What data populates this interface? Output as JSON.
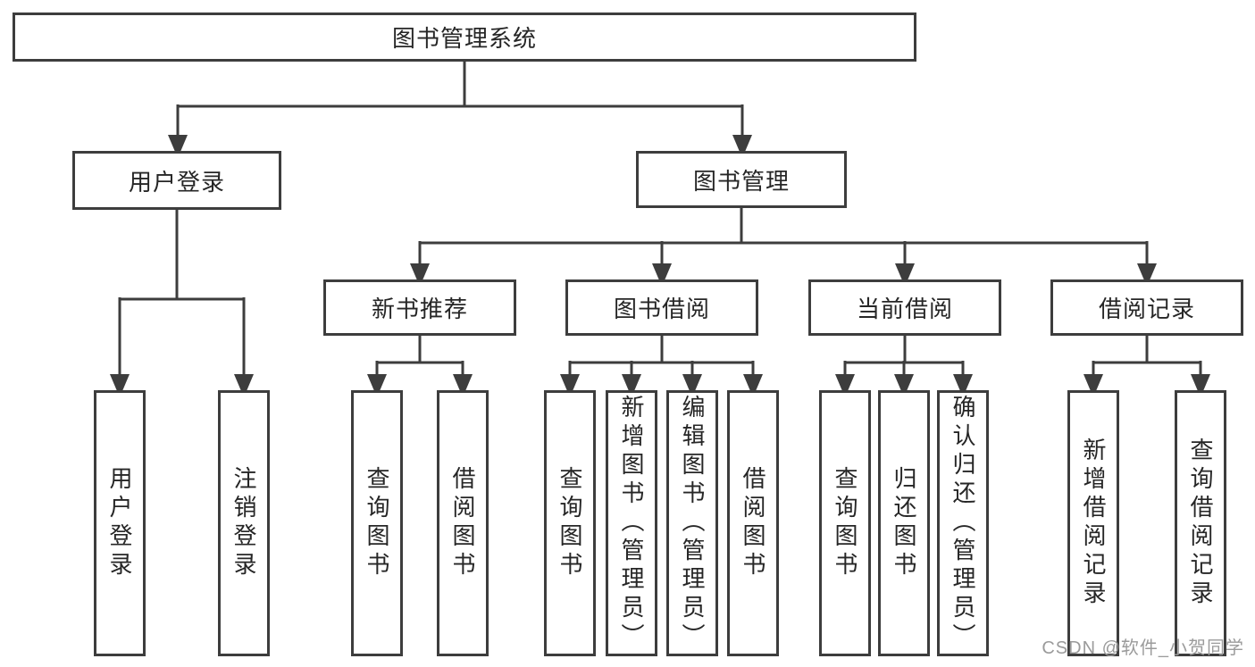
{
  "diagram_title": "图书管理系统",
  "tree": {
    "root": "图书管理系统",
    "children": [
      {
        "label": "用户登录",
        "children": [
          "用户登录",
          "注销登录"
        ]
      },
      {
        "label": "图书管理",
        "children": [
          {
            "label": "新书推荐",
            "children": [
              "查询图书",
              "借阅图书"
            ]
          },
          {
            "label": "图书借阅",
            "children": [
              "查询图书",
              "新增图书（管理员）",
              "编辑图书（管理员）",
              "借阅图书"
            ]
          },
          {
            "label": "当前借阅",
            "children": [
              "查询图书",
              "归还图书",
              "确认归还（管理员）"
            ]
          },
          {
            "label": "借阅记录",
            "children": [
              "新增借阅记录",
              "查询借阅记录"
            ]
          }
        ]
      }
    ]
  },
  "watermark": {
    "text": "CSDN @软件_小贺同学",
    "color": "#9b9b9b"
  },
  "colors": {
    "line": "#3d3d3d",
    "box_border": "#3d3d3d",
    "text": "#262626",
    "background": "#ffffff"
  }
}
